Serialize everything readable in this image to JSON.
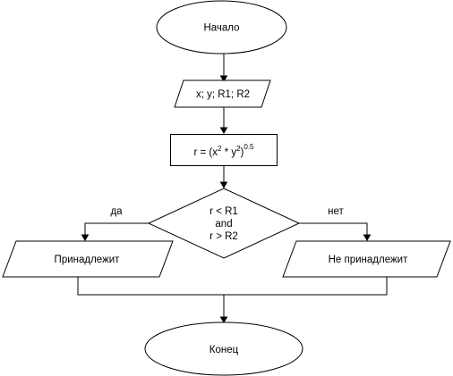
{
  "diagram": {
    "nodes": {
      "start": {
        "label": "Начало"
      },
      "input": {
        "label": "x; y; R1; R2"
      },
      "process": {
        "prefix": "r = (x",
        "exp1": "2",
        "mid": " * y",
        "exp2": "2",
        "close": ")",
        "exp3": "0.5"
      },
      "decision": {
        "line1": "r < R1",
        "line2": "and",
        "line3": "r > R2"
      },
      "belongs": {
        "label": "Принадлежит"
      },
      "not_belongs": {
        "label": "Не принадлежит"
      },
      "end": {
        "label": "Конец"
      }
    },
    "edges": {
      "yes_label": "да",
      "no_label": "нет"
    }
  }
}
